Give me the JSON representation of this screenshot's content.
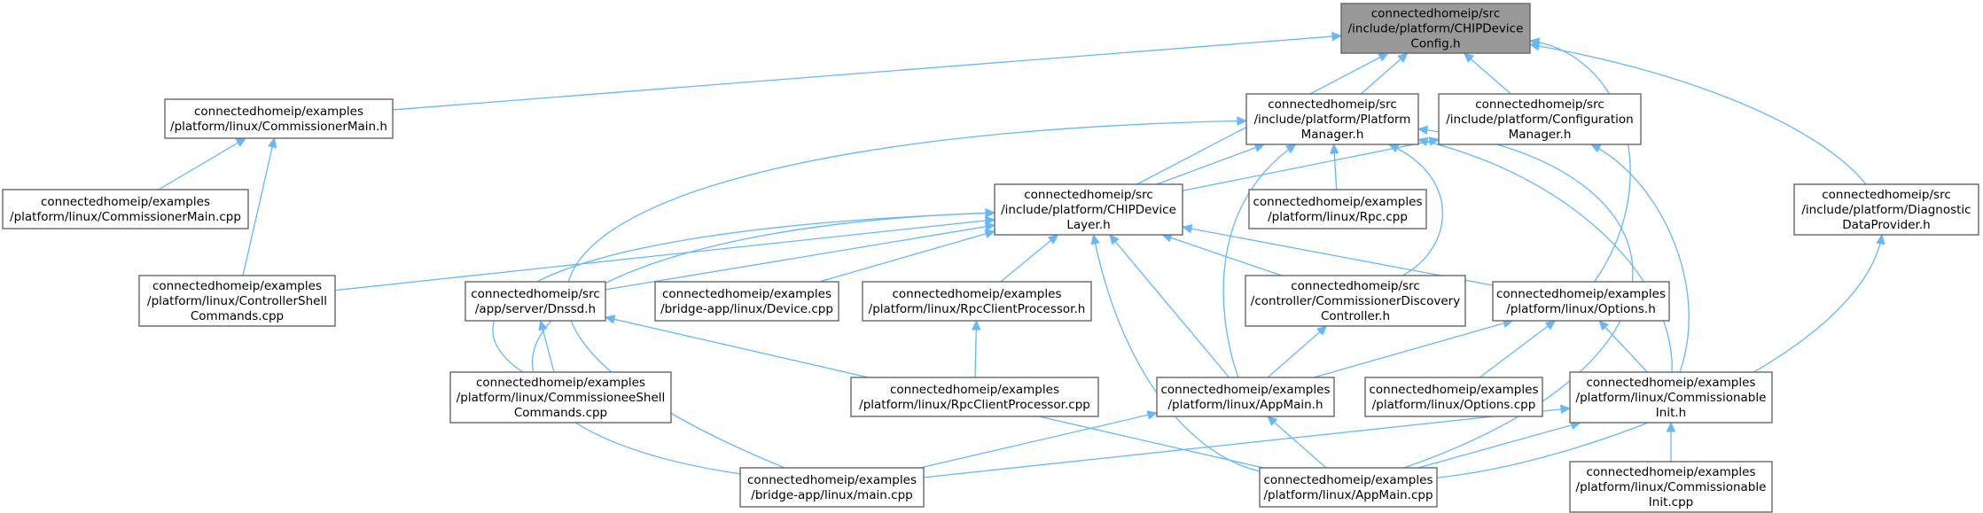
{
  "diagram": {
    "edge_color": "#63b8ff",
    "root_fill": "#999999",
    "node_border": "#666666",
    "nodes": [
      {
        "id": "root",
        "lines": [
          "connectedhomeip/src",
          "/include/platform/CHIPDevice",
          "Config.h"
        ],
        "root": true
      },
      {
        "id": "commMainH",
        "lines": [
          "connectedhomeip/examples",
          "/platform/linux/CommissionerMain.h"
        ]
      },
      {
        "id": "commMainCpp",
        "lines": [
          "connectedhomeip/examples",
          "/platform/linux/CommissionerMain.cpp"
        ]
      },
      {
        "id": "ctrlShell",
        "lines": [
          "connectedhomeip/examples",
          "/platform/linux/ControllerShell",
          "Commands.cpp"
        ]
      },
      {
        "id": "platMgr",
        "lines": [
          "connectedhomeip/src",
          "/include/platform/Platform",
          "Manager.h"
        ]
      },
      {
        "id": "confMgr",
        "lines": [
          "connectedhomeip/src",
          "/include/platform/Configuration",
          "Manager.h"
        ]
      },
      {
        "id": "devLayer",
        "lines": [
          "connectedhomeip/src",
          "/include/platform/CHIPDevice",
          "Layer.h"
        ]
      },
      {
        "id": "rpcCpp",
        "lines": [
          "connectedhomeip/examples",
          "/platform/linux/Rpc.cpp"
        ]
      },
      {
        "id": "diag",
        "lines": [
          "connectedhomeip/src",
          "/include/platform/Diagnostic",
          "DataProvider.h"
        ]
      },
      {
        "id": "dnssd",
        "lines": [
          "connectedhomeip/src",
          "/app/server/Dnssd.h"
        ]
      },
      {
        "id": "device",
        "lines": [
          "connectedhomeip/examples",
          "/bridge-app/linux/Device.cpp"
        ]
      },
      {
        "id": "rpcClientH",
        "lines": [
          "connectedhomeip/examples",
          "/platform/linux/RpcClientProcessor.h"
        ]
      },
      {
        "id": "commDisc",
        "lines": [
          "connectedhomeip/src",
          "/controller/CommissionerDiscovery",
          "Controller.h"
        ]
      },
      {
        "id": "optionsH",
        "lines": [
          "connectedhomeip/examples",
          "/platform/linux/Options.h"
        ]
      },
      {
        "id": "commShell",
        "lines": [
          "connectedhomeip/examples",
          "/platform/linux/CommissioneeShell",
          "Commands.cpp"
        ]
      },
      {
        "id": "rpcClientCpp",
        "lines": [
          "connectedhomeip/examples",
          "/platform/linux/RpcClientProcessor.cpp"
        ]
      },
      {
        "id": "appMainH",
        "lines": [
          "connectedhomeip/examples",
          "/platform/linux/AppMain.h"
        ]
      },
      {
        "id": "optionsCpp",
        "lines": [
          "connectedhomeip/examples",
          "/platform/linux/Options.cpp"
        ]
      },
      {
        "id": "commInitH",
        "lines": [
          "connectedhomeip/examples",
          "/platform/linux/Commissionable",
          "Init.h"
        ]
      },
      {
        "id": "bridgeMain",
        "lines": [
          "connectedhomeip/examples",
          "/bridge-app/linux/main.cpp"
        ]
      },
      {
        "id": "appMainCpp",
        "lines": [
          "connectedhomeip/examples",
          "/platform/linux/AppMain.cpp"
        ]
      },
      {
        "id": "commInitCpp",
        "lines": [
          "connectedhomeip/examples",
          "/platform/linux/Commissionable",
          "Init.cpp"
        ]
      }
    ],
    "edges": [
      [
        "root",
        "commMainH"
      ],
      [
        "root",
        "platMgr"
      ],
      [
        "root",
        "confMgr"
      ],
      [
        "root",
        "devLayer"
      ],
      [
        "root",
        "optionsH"
      ],
      [
        "root",
        "diag"
      ],
      [
        "commMainH",
        "commMainCpp"
      ],
      [
        "commMainH",
        "ctrlShell"
      ],
      [
        "platMgr",
        "devLayer"
      ],
      [
        "platMgr",
        "rpcCpp"
      ],
      [
        "platMgr",
        "commDisc"
      ],
      [
        "platMgr",
        "appMainH"
      ],
      [
        "platMgr",
        "commInitH"
      ],
      [
        "platMgr",
        "appMainCpp"
      ],
      [
        "platMgr",
        "bridgeMain"
      ],
      [
        "confMgr",
        "devLayer"
      ],
      [
        "confMgr",
        "commInitH"
      ],
      [
        "devLayer",
        "ctrlShell"
      ],
      [
        "devLayer",
        "dnssd"
      ],
      [
        "devLayer",
        "device"
      ],
      [
        "devLayer",
        "rpcClientH"
      ],
      [
        "devLayer",
        "commDisc"
      ],
      [
        "devLayer",
        "optionsH"
      ],
      [
        "devLayer",
        "commShell"
      ],
      [
        "devLayer",
        "bridgeMain"
      ],
      [
        "devLayer",
        "appMainH"
      ],
      [
        "devLayer",
        "appMainCpp"
      ],
      [
        "dnssd",
        "commShell"
      ],
      [
        "dnssd",
        "appMainCpp"
      ],
      [
        "rpcClientH",
        "rpcClientCpp"
      ],
      [
        "commDisc",
        "appMainH"
      ],
      [
        "optionsH",
        "appMainH"
      ],
      [
        "optionsH",
        "optionsCpp"
      ],
      [
        "optionsH",
        "commInitH"
      ],
      [
        "appMainH",
        "bridgeMain"
      ],
      [
        "appMainH",
        "appMainCpp"
      ],
      [
        "commInitH",
        "bridgeMain"
      ],
      [
        "commInitH",
        "appMainCpp"
      ],
      [
        "commInitH",
        "commInitCpp"
      ],
      [
        "diag",
        "appMainCpp"
      ]
    ]
  }
}
